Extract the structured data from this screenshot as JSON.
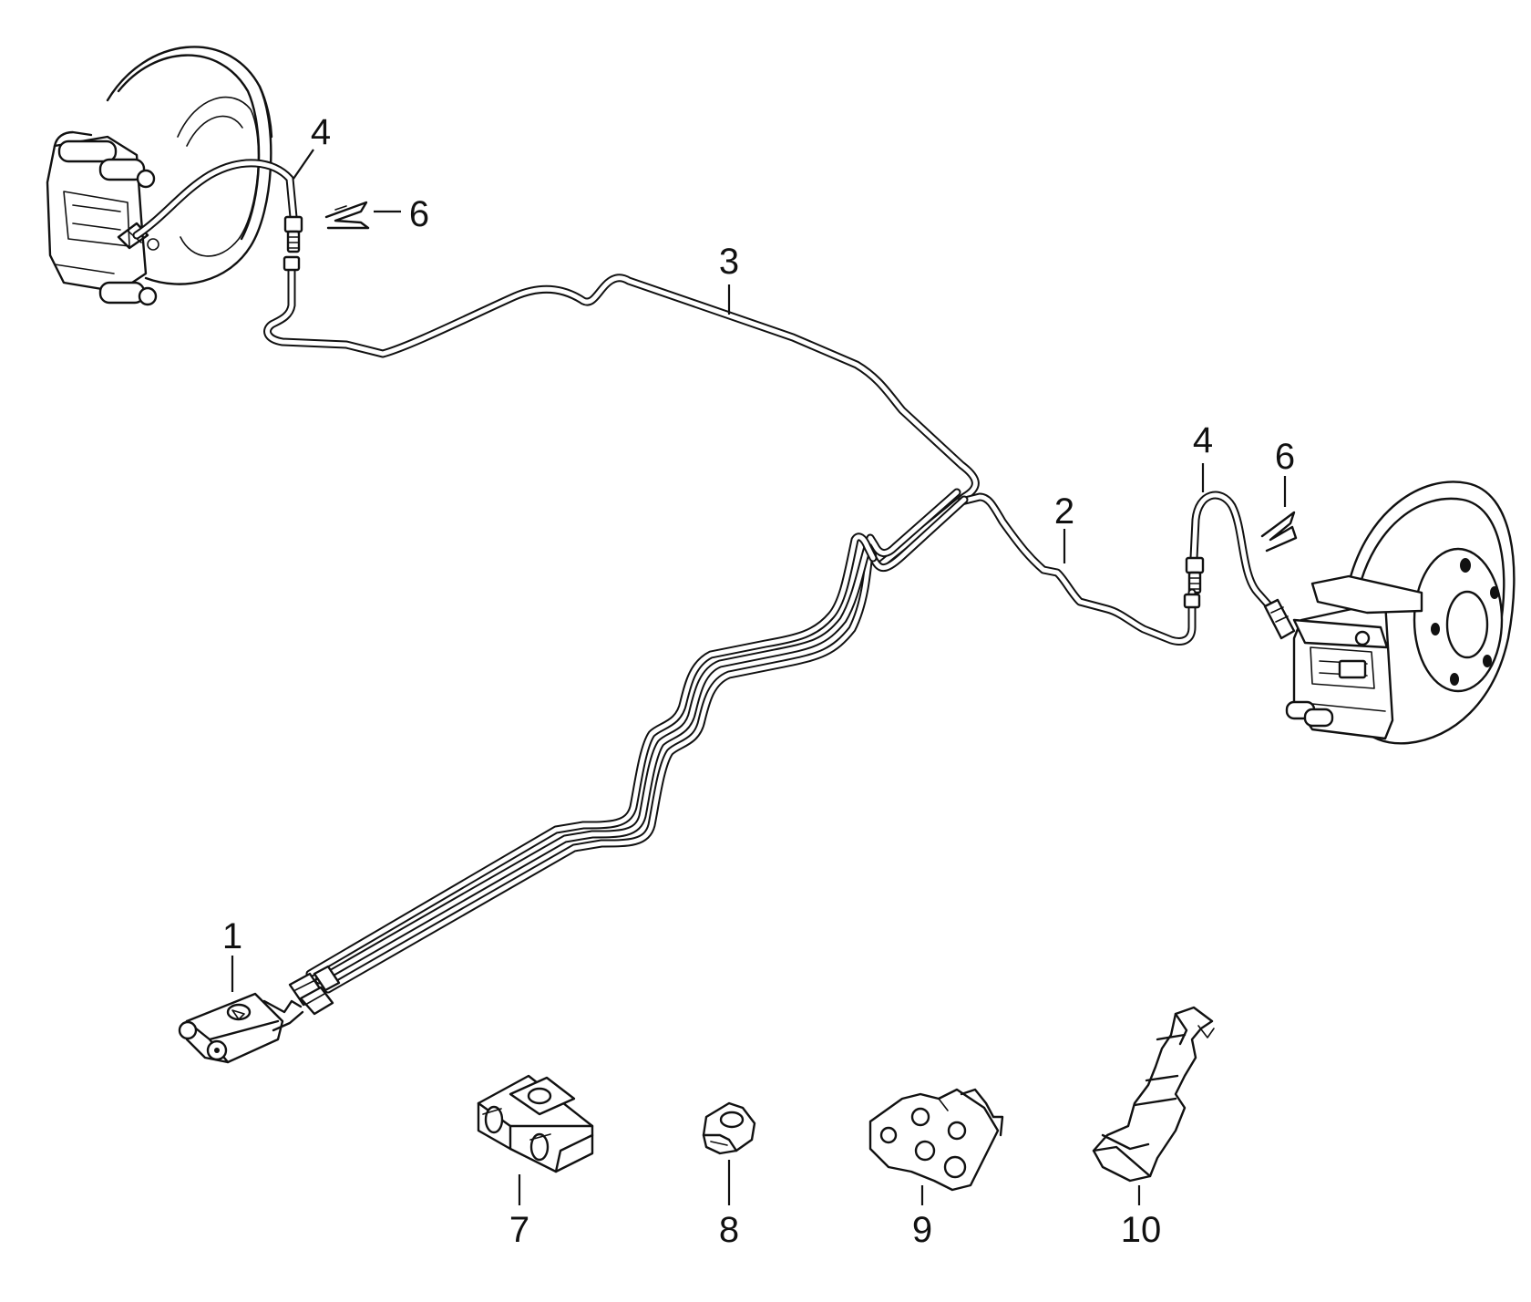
{
  "callouts": {
    "part_1": "1",
    "part_2": "2",
    "part_3": "3",
    "part_4_left": "4",
    "part_4_right": "4",
    "part_6_left": "6",
    "part_6_right": "6",
    "part_7": "7",
    "part_8": "8",
    "part_9": "9",
    "part_10": "10"
  },
  "colors": {
    "ink": "#111111",
    "background": "#ffffff"
  }
}
